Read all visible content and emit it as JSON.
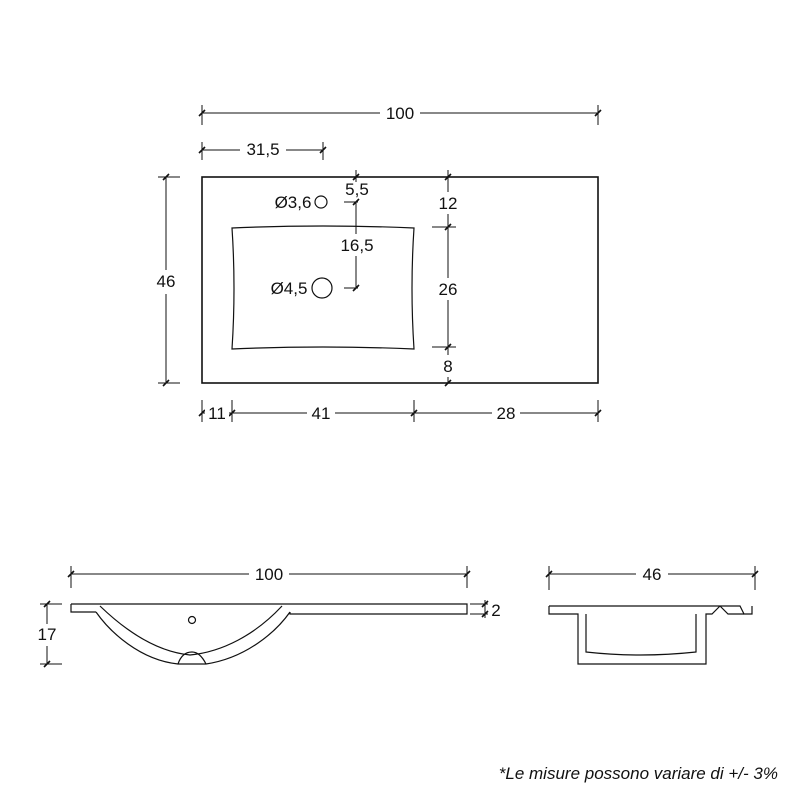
{
  "top_view": {
    "width": "100",
    "left_offset": "31,5",
    "depth": "46",
    "hole_small": "Ø3,6",
    "hole_large": "Ø4,5",
    "dim_5_5": "5,5",
    "dim_16_5": "16,5",
    "dim_12": "12",
    "dim_26": "26",
    "dim_8": "8",
    "dim_11": "11",
    "dim_41": "41",
    "dim_28": "28"
  },
  "front_view": {
    "width": "100",
    "height": "17",
    "thickness": "2"
  },
  "side_view": {
    "depth": "46"
  },
  "note": "*Le misure possono variare di +/- 3%"
}
